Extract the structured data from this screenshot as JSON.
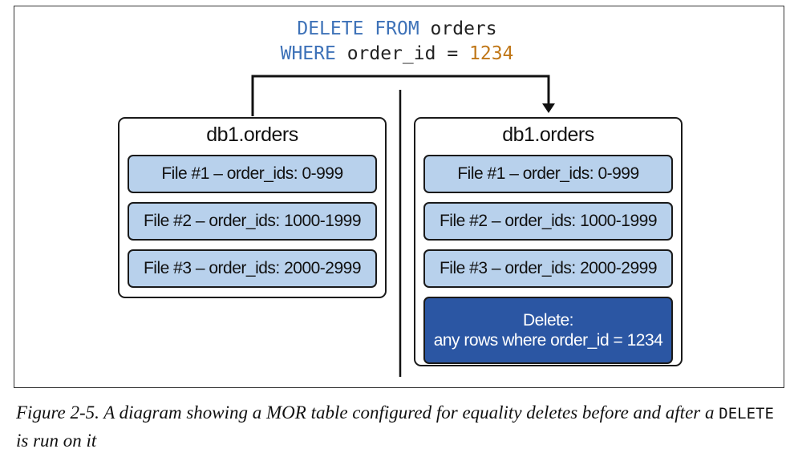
{
  "sql": {
    "line1": {
      "kw": "DELETE FROM",
      "rest": " orders"
    },
    "line2": {
      "kw": "WHERE",
      "rest": " order_id = ",
      "num": "1234"
    }
  },
  "left_table": {
    "title": "db1.orders",
    "files": [
      "File #1 – order_ids: 0-999",
      "File #2 – order_ids: 1000-1999",
      "File #3 – order_ids: 2000-2999"
    ]
  },
  "right_table": {
    "title": "db1.orders",
    "files": [
      "File #1 – order_ids: 0-999",
      "File #2 – order_ids: 1000-1999",
      "File #3 – order_ids: 2000-2999"
    ],
    "delete_file": {
      "line1": "Delete:",
      "line2": "any rows where order_id = 1234"
    }
  },
  "caption": {
    "part1": "Figure 2-5. A diagram showing a MOR table configured for equality deletes before and after a ",
    "code": "DELETE",
    "part2": " is run on it"
  },
  "colors": {
    "keyword": "#3e72b8",
    "number": "#c07718",
    "file_fill": "#b8d1ec",
    "delete_fill": "#2b56a3"
  }
}
